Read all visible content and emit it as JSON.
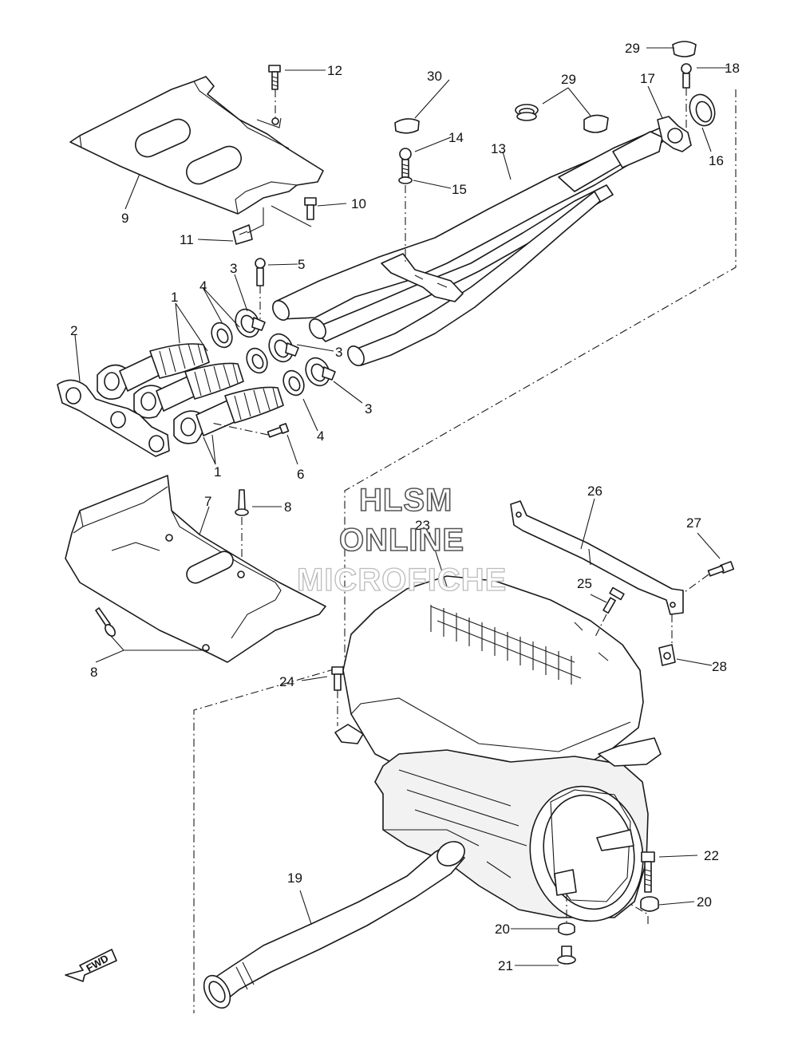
{
  "watermark": {
    "line1": "HLSM",
    "line2": "ONLINE",
    "line3": "MICROFICHE"
  },
  "fwd_label": "FWD",
  "callouts": {
    "c1a": "1",
    "c1b": "1",
    "c2": "2",
    "c3a": "3",
    "c3b": "3",
    "c3c": "3",
    "c4a": "4",
    "c4b": "4",
    "c5": "5",
    "c6": "6",
    "c7": "7",
    "c8a": "8",
    "c8b": "8",
    "c9": "9",
    "c10": "10",
    "c11": "11",
    "c12": "12",
    "c13": "13",
    "c14": "14",
    "c15": "15",
    "c16": "16",
    "c17": "17",
    "c18": "18",
    "c19": "19",
    "c20a": "20",
    "c20b": "20",
    "c21": "21",
    "c22": "22",
    "c23": "23",
    "c24": "24",
    "c25": "25",
    "c26": "26",
    "c27": "27",
    "c28": "28",
    "c29a": "29",
    "c29b": "29",
    "c30": "30"
  }
}
